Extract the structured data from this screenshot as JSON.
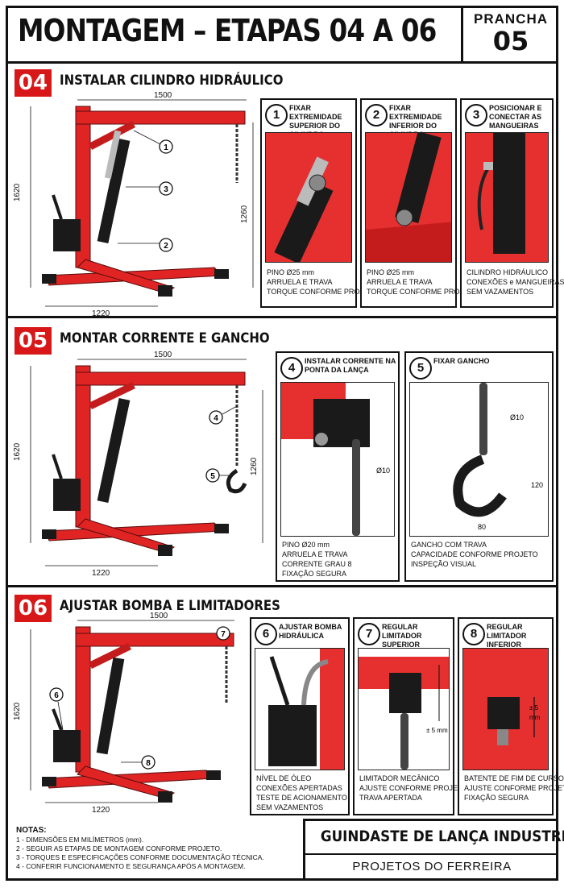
{
  "header": {
    "title": "MONTAGEM – ETAPAS 04 A 06",
    "plate_label": "PRANCHA",
    "plate_number": "05"
  },
  "colors": {
    "accent": "#d81818",
    "steel": "#1a1a1a",
    "crane_red": "#e02424"
  },
  "steps": [
    {
      "number": "04",
      "title": "INSTALAR CILINDRO HIDRÁULICO",
      "dims": {
        "boom": "1500",
        "height": "1620",
        "reach": "1260",
        "base": "1220"
      },
      "callouts": [
        "1",
        "3",
        "2"
      ],
      "panels": [
        {
          "num": "1",
          "title": "FIXAR EXTREMIDADE SUPERIOR DO CILINDRO",
          "notes": [
            "PINO Ø25 mm",
            "ARRUELA E TRAVA",
            "TORQUE CONFORME PROJETO"
          ]
        },
        {
          "num": "2",
          "title": "FIXAR EXTREMIDADE INFERIOR DO CILINDRO",
          "notes": [
            "PINO Ø25 mm",
            "ARRUELA E TRAVA",
            "TORQUE CONFORME PROJETO"
          ]
        },
        {
          "num": "3",
          "title": "POSICIONAR E CONECTAR AS MANGUEIRAS",
          "notes": [
            "CILINDRO HIDRÁULICO",
            "CONEXÕES e MANGUEIRAS",
            "SEM VAZAMENTOS"
          ]
        }
      ]
    },
    {
      "number": "05",
      "title": "MONTAR CORRENTE E GANCHO",
      "dims": {
        "boom": "1500",
        "height": "1620",
        "reach": "1260",
        "base": "1220"
      },
      "callouts": [
        "4",
        "5"
      ],
      "panels": [
        {
          "num": "4",
          "title": "INSTALAR CORRENTE NA PONTA DA LANÇA",
          "dim": "Ø10",
          "notes": [
            "PINO  Ø20 mm",
            "ARRUELA E TRAVA",
            "CORRENTE GRAU 8",
            "FIXAÇÃO SEGURA"
          ]
        },
        {
          "num": "5",
          "title": "FIXAR GANCHO",
          "dims": [
            "Ø10",
            "120",
            "80"
          ],
          "notes": [
            "GANCHO COM TRAVA",
            "CAPACIDADE CONFORME PROJETO",
            "INSPEÇÃO VISUAL"
          ]
        }
      ]
    },
    {
      "number": "06",
      "title": "AJUSTAR BOMBA E LIMITADORES",
      "dims": {
        "boom": "1500",
        "height": "1620",
        "base": "1220"
      },
      "callouts": [
        "7",
        "6",
        "8"
      ],
      "panels": [
        {
          "num": "6",
          "title": "AJUSTAR BOMBA HIDRÁULICA",
          "notes": [
            "NÍVEL DE ÓLEO",
            "CONEXÕES APERTADAS",
            "TESTE DE ACIONAMENTO",
            "SEM VAZAMENTOS"
          ]
        },
        {
          "num": "7",
          "title": "REGULAR LIMITADOR SUPERIOR (ALTURA)",
          "dim": "± 5 mm",
          "notes": [
            "LIMITADOR MECÂNICO",
            "AJUSTE CONFORME PROJETO",
            "TRAVA APERTADA"
          ]
        },
        {
          "num": "8",
          "title": "REGULAR LIMITADOR INFERIOR (CURSO)",
          "dim_a": "± 5",
          "dim_b": "mm",
          "notes": [
            "BATENTE DE FIM DE CURSO",
            "AJUSTE CONFORME PROJETO",
            "FIXAÇÃO SEGURA"
          ]
        }
      ]
    }
  ],
  "notes": {
    "heading": "NOTAS:",
    "items": [
      "1 - DIMENSÕES EM MILÍMETROS (mm).",
      "2 - SEGUIR AS ETAPAS DE MONTAGEM CONFORME PROJETO.",
      "3 - TORQUES E ESPECIFICAÇÕES  CONFORME DOCUMENTAÇÃO TÉCNICA.",
      "4 - CONFERIR FUNCIONAMENTO E SEGURANÇA APÓS A MONTAGEM."
    ]
  },
  "title_block": {
    "product": "GUINDASTE DE LANÇA INDUSTRIAL",
    "author": "PROJETOS DO FERREIRA"
  }
}
